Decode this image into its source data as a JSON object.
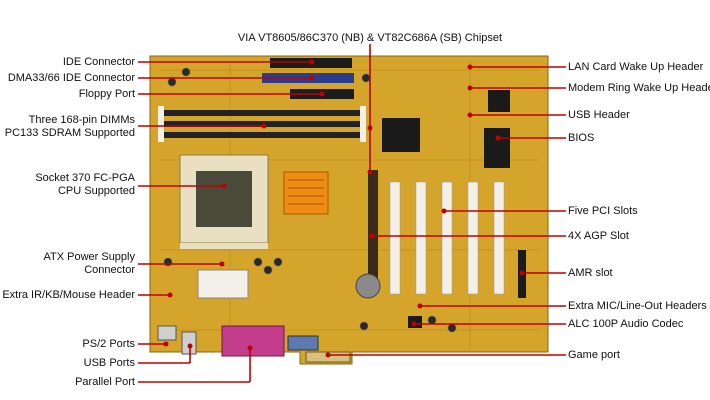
{
  "colors": {
    "pcb": "#d4a52a",
    "pcb_dark": "#b8861c",
    "ide_black": "#1c1c1c",
    "ide_blue": "#2a3c8c",
    "dimm_black": "#222222",
    "slot_white": "#f2f0e8",
    "agp_dark": "#3a2a1a",
    "chipset_orange": "#ef8c14",
    "chip_black": "#1a1a1a",
    "socket_beige": "#e8e0c0",
    "parallel_magenta": "#c43c8c",
    "leader_red": "#c00000"
  },
  "labels": {
    "chipset": "VIA VT8605/86C370 (NB) & VT82C686A (SB) Chipset",
    "ide": "IDE Connector",
    "dma_ide": "DMA33/66 IDE Connector",
    "floppy": "Floppy Port",
    "dimm_line1": "Three 168-pin DIMMs",
    "dimm_line2": "PC133 SDRAM Supported",
    "socket_line1": "Socket 370 FC-PGA",
    "socket_line2": "CPU Supported",
    "atx_line1": "ATX Power Supply",
    "atx_line2": "Connector",
    "extra_ir": "Extra IR/KB/Mouse Header",
    "ps2": "PS/2 Ports",
    "usb_ports": "USB Ports",
    "parallel": "Parallel Port",
    "lan_wake": "LAN Card Wake Up Header",
    "modem_wake": "Modem Ring Wake Up Header",
    "usb_header": "USB Header",
    "bios": "BIOS",
    "pci": "Five PCI Slots",
    "agp": "4X AGP Slot",
    "amr": "AMR slot",
    "extra_mic": "Extra MIC/Line-Out Headers",
    "alc": "ALC 100P Audio Codec",
    "game": "Game port"
  }
}
